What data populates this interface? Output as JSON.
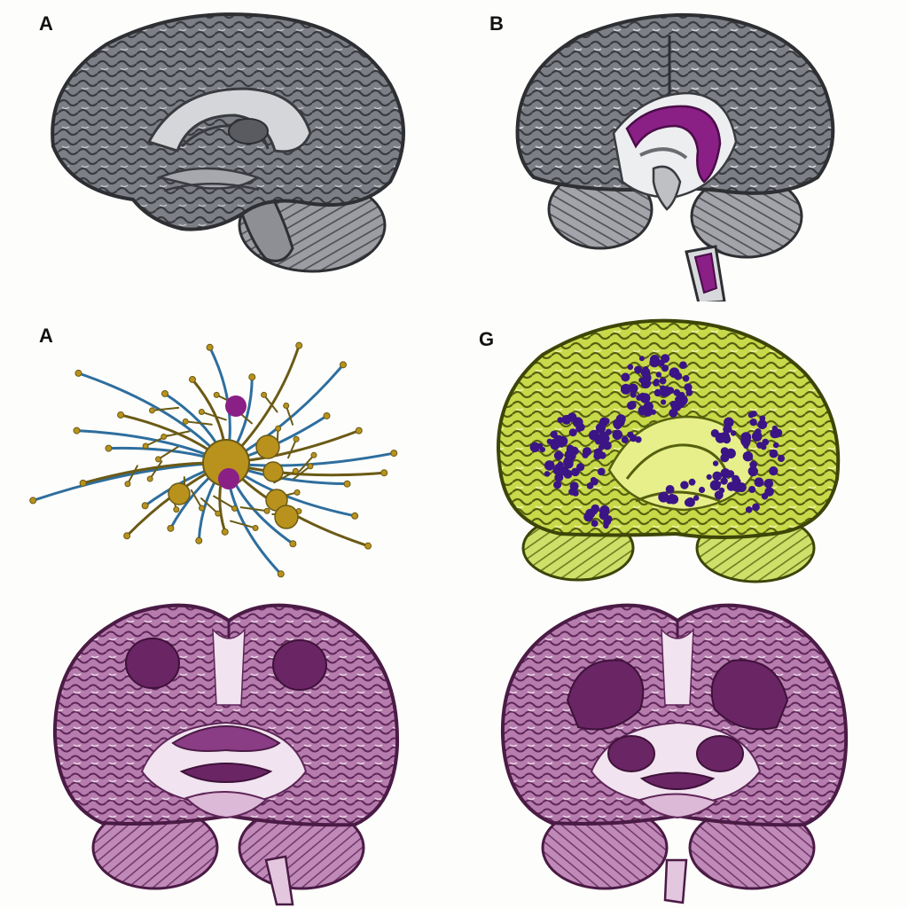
{
  "panels": {
    "top_left": {
      "label": "A"
    },
    "top_right": {
      "label": "B"
    },
    "mid_left": {
      "label": "A"
    },
    "mid_right": {
      "label": "G"
    }
  },
  "colors": {
    "gray_cortex": "#7d7f86",
    "gray_dark": "#3a3b40",
    "gray_light": "#c9cace",
    "purple_accent": "#8a1f86",
    "neuron_dendrite": "#2e6e9e",
    "neuron_body": "#b8921c",
    "neuron_tip": "#6b5a16",
    "lime_cortex": "#c8d94a",
    "lime_dark": "#55600f",
    "indigo_dots": "#3b1486",
    "mauve_cortex": "#b57cad",
    "mauve_dark": "#5e2658",
    "mauve_light": "#ead4e6"
  }
}
